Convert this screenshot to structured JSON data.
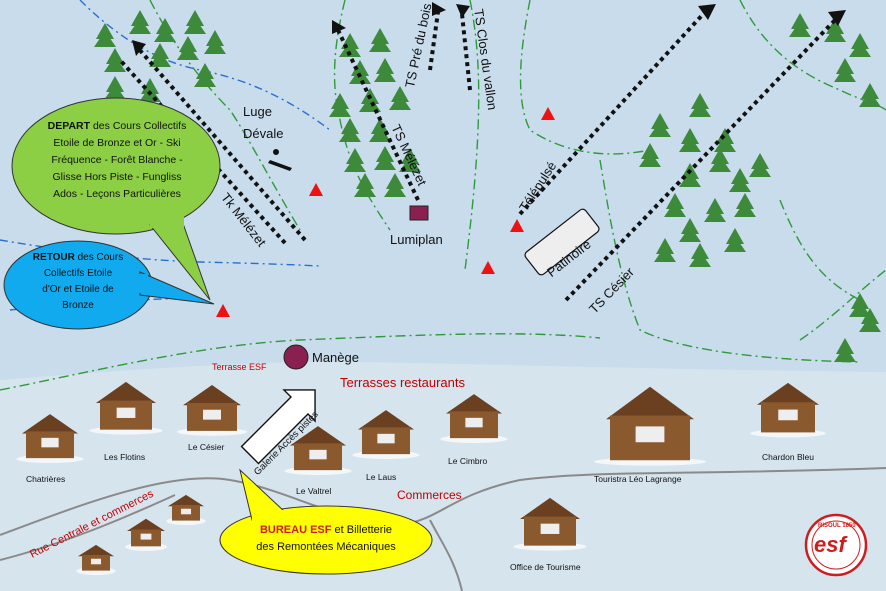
{
  "colors": {
    "background": "#c8dcec",
    "snow_zone": "#dde8f0",
    "tree": "#3c8a3a",
    "pole": "#2a8a3a",
    "trail_green": "#2f9a3a",
    "trail_blue": "#2a6fd0",
    "triangle": "#ee1111",
    "lumiplan": "#8a2050",
    "manege": "#8a2050",
    "bubble_green": "#8ccf45",
    "bubble_blue": "#11aaee",
    "bubble_yellow": "#ffff00",
    "esf_red": "#cc1e1e",
    "road": "#8a8a8a",
    "chalet_wood": "#8a5a2e",
    "chalet_roof": "#6b4020"
  },
  "labels": {
    "luge": "Luge",
    "devale": "Dévale",
    "tk_melezet": "Tk Mélézet",
    "ts_melezet": "TS Mélézet",
    "ts_pre_du_bois": "TS Pré du bois",
    "ts_clos_du_vallon": "TS Clos du vallon",
    "telepulse": "Télépulsé",
    "ts_cesier": "TS Césier",
    "patinoire": "Patinoire",
    "lumiplan": "Lumiplan",
    "manege": "Manège",
    "terrasse_esf": "Terrasse ESF",
    "terrasses_restaurants": "Terrasses restaurants",
    "commerces": "Commerces",
    "galerie": "Galerie Accès pistes",
    "rue_centrale": "Rue Centrale et commerces",
    "office_tourisme": "Office de Tourisme"
  },
  "chalets": [
    {
      "name": "Chatrières"
    },
    {
      "name": "Les Flotins"
    },
    {
      "name": "Le Césier"
    },
    {
      "name": "Le Valtrel"
    },
    {
      "name": "Le Laus"
    },
    {
      "name": "Le Cimbro"
    },
    {
      "name": "Touristra Léo Lagrange"
    },
    {
      "name": "Chardon Bleu"
    }
  ],
  "bubbles": {
    "depart": {
      "bold": "DEPART",
      "lines": [
        "des Cours Collectifs",
        "Etoile de Bronze et Or - Ski",
        "Fréquence - Forêt Blanche -",
        "Glisse  Hors Piste - Fungliss",
        "Ados - Leçons Particulières"
      ]
    },
    "retour": {
      "bold": "RETOUR",
      "lines": [
        "des Cours",
        "Collectifs Etoile",
        "d'Or et Etoile de",
        "Bronze"
      ]
    },
    "bureau": {
      "bold": "BUREAU ESF",
      "lines": [
        "et Billetterie",
        "des Remontées Mécaniques"
      ]
    }
  },
  "logo": {
    "top_text": "RISOUL 1850",
    "main_text": "esf"
  }
}
